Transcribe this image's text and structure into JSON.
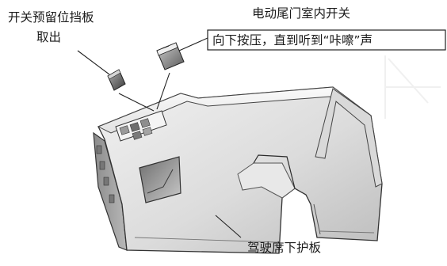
{
  "labels": {
    "cover_line1": "开关预留位挡板",
    "cover_line2": "取出",
    "switch_title": "电动尾门室内开关",
    "switch_instruction": "向下按压，直到听到“咔嚓”声",
    "panel_name": "驾驶席下护板"
  }
}
